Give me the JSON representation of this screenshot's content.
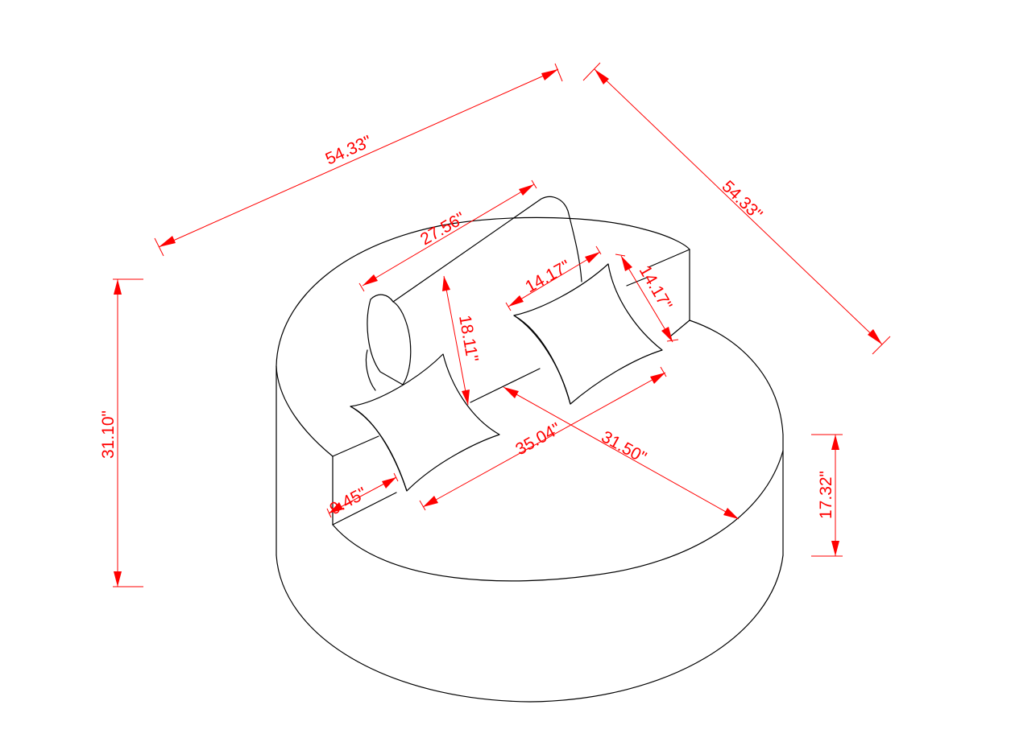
{
  "colors": {
    "outline": "#000000",
    "dimension": "#ff0000",
    "background": "#ffffff"
  },
  "dimensions": {
    "overall_width": "54.33\"",
    "overall_depth": "54.33\"",
    "overall_height": "31.10\"",
    "backrest_length": "27.56\"",
    "backrest_height": "18.11\"",
    "pillow_width": "14.17\"",
    "pillow_depth": "14.17\"",
    "seat_width": "35.04\"",
    "seat_depth": "31.50\"",
    "seat_height": "17.32\"",
    "armrest_width": "9.45\""
  }
}
